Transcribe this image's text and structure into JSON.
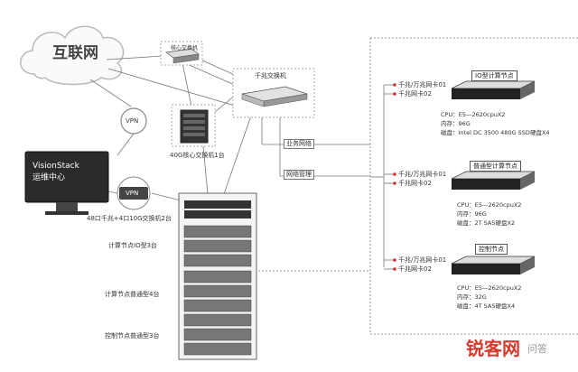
{
  "internet": "互联网",
  "core_switch_small": "核心交换机",
  "core_switch_40g": "40G核心交换机1台",
  "gigabit_switch": "千兆交换机",
  "vpn": "VPN",
  "visionstack": {
    "line1": "VisionStack",
    "line2": "运维中心"
  },
  "vpn_switch_label": "48口千兆+4口10G交换机2台",
  "business_net": "业务网络",
  "mgmt_net": "网络管理",
  "rack_labels": {
    "io": "计算节点IO型3台",
    "normal": "计算节点普通型4台",
    "control": "控制节点普通型3台"
  },
  "nic_labels": {
    "fast": "千兆/万兆网卡01",
    "slow": "千兆网卡02"
  },
  "nodes": [
    {
      "title": "IO型计算节点",
      "specs": [
        "CPU：E5—2620cpuX2",
        "内存：96G",
        "磁盘：Intel DC 3500  480G SSD硬盘X4"
      ]
    },
    {
      "title": "普通型计算节点",
      "specs": [
        "CPU：E5—2620cpuX2",
        "内存：96G",
        "磁盘：2T SAS硬盘X2"
      ]
    },
    {
      "title": "控制节点",
      "specs": [
        "CPU：E5—2620cpuX2",
        "内存：32G",
        "磁盘：4T SAS硬盘X4"
      ]
    }
  ],
  "watermark": {
    "main": "锐客网",
    "sub": "问答"
  },
  "colors": {
    "line": "#666666",
    "monitor": "#2b2b2b",
    "rack": "#555555"
  }
}
